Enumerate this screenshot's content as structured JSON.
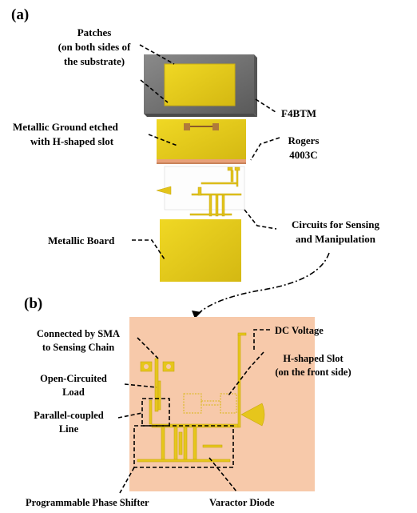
{
  "panel_a": "(a)",
  "panel_b": "(b)",
  "labels_a": {
    "patches_1": "Patches",
    "patches_2": "(on both sides of",
    "patches_3": "the substrate)",
    "f4btm": "F4BTM",
    "ground_1": "Metallic Ground etched",
    "ground_2": "with H-shaped slot",
    "rogers_1": "Rogers",
    "rogers_2": "4003C",
    "circuits_1": "Circuits for Sensing",
    "circuits_2": "and Manipulation",
    "board": "Metallic Board"
  },
  "labels_b": {
    "sma_1": "Connected by SMA",
    "sma_2": "to Sensing Chain",
    "dc": "DC Voltage",
    "hslot_1": "H-shaped Slot",
    "hslot_2": "(on the front side)",
    "open_1": "Open-Circuited",
    "open_2": "Load",
    "pcl_1": "Parallel-coupled",
    "pcl_2": "Line",
    "phase": "Programmable Phase Shifter",
    "varactor": "Varactor Diode"
  },
  "colors": {
    "gold": "#e8cf1e",
    "gold_dark": "#b89c10",
    "substrate_gray": "#707070",
    "rogers": "#f5c9a8",
    "copper": "#c9835a"
  }
}
